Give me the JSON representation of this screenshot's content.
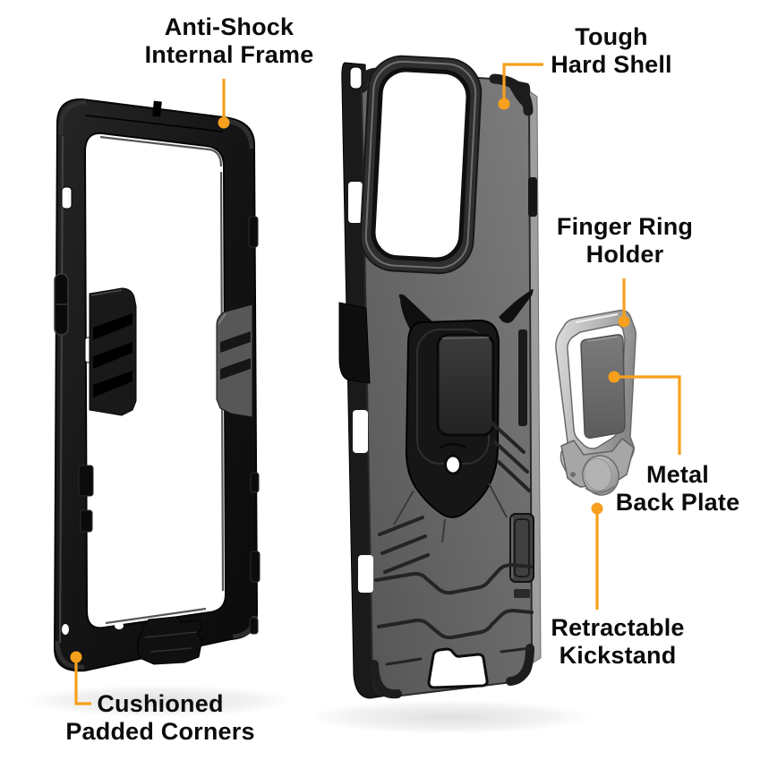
{
  "style": {
    "background": "#ffffff",
    "accent_color": "#F6A01D",
    "label_color": "#0B0B0B"
  },
  "callouts": {
    "anti_shock": {
      "line1": "Anti-Shock",
      "line2": "Internal Frame"
    },
    "tough_shell": {
      "line1": "Tough",
      "line2": "Hard Shell"
    },
    "finger_ring": {
      "line1": "Finger Ring",
      "line2": "Holder"
    },
    "metal_plate": {
      "line1": "Metal",
      "line2": "Back Plate"
    },
    "kickstand": {
      "line1": "Retractable",
      "line2": "Kickstand"
    },
    "padded_corners": {
      "line1": "Cushioned",
      "line2": "Padded Corners"
    }
  }
}
